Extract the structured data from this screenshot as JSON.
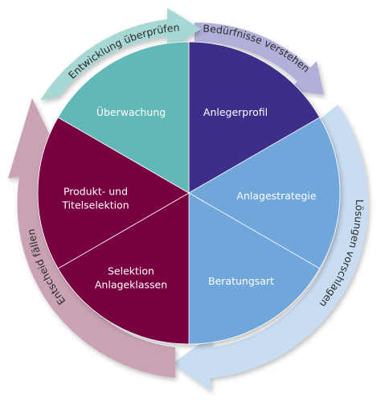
{
  "segments": [
    {
      "id": "anlegerprofil",
      "lines": [
        "Anlegerprofil"
      ],
      "color": "#3d2d8a"
    },
    {
      "id": "anlagestrategie",
      "lines": [
        "Anlagestrategie"
      ],
      "color": "#6fa6d9"
    },
    {
      "id": "beratungsart",
      "lines": [
        "Beratungsart"
      ],
      "color": "#6fa6d9"
    },
    {
      "id": "selektion-anlageklassen",
      "lines": [
        "Selektion",
        "Anlageklassen"
      ],
      "color": "#79003f"
    },
    {
      "id": "produkt-titelselektion",
      "lines": [
        "Produkt- und",
        "Titelselektion"
      ],
      "color": "#79003f"
    },
    {
      "id": "ueberwachung",
      "lines": [
        "Überwachung"
      ],
      "color": "#62b8b6"
    }
  ],
  "arcs": [
    {
      "id": "beduerfnisse-verstehen",
      "label": "Bedürfnisse verstehen",
      "color": "#b1b0da"
    },
    {
      "id": "loesungen-vorschlagen",
      "label": "Lösungen vorschlagen",
      "color": "#c9ddf2"
    },
    {
      "id": "entscheid-faellen",
      "label": "Entscheid fällen",
      "color": "#c9a3b5"
    },
    {
      "id": "entwicklung-ueberpruefen",
      "label": "Entwicklung überprüfen",
      "color": "#a7d8d4"
    }
  ]
}
